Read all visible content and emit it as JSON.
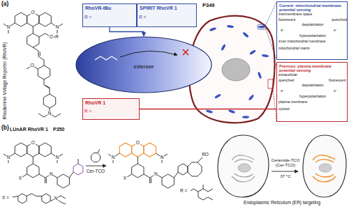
{
  "diagram": {
    "nodes": [
      {
        "text": [
          "RhoVR-tBu"
        ]
      },
      {
        "text": [
          "SPIRIT RhoVR 1"
        ]
      },
      {
        "text": [
          "RhoVR 1"
        ]
      },
      {
        "text": [
          "esterase"
        ]
      },
      {
        "text": [
          "Current: mitochondrial membrane potential sensing"
        ]
      },
      {
        "text": [
          "Previous: plasma membrane potential sensing"
        ]
      }
    ],
    "edges": [
      {
        "from": 0,
        "to": 3,
        "arrow": "to"
      },
      {
        "from": 2,
        "to": 5,
        "arrow": "none"
      }
    ],
    "labels": [
      "(a)",
      "Rhodamine Voltage Reporter (RhoVR)",
      "N",
      "O",
      "N",
      "O",
      "R",
      "O",
      "N",
      "R =",
      "R =",
      "P349",
      "R =",
      "intermembrane space",
      "fluorescent",
      "quenched",
      "depolarization",
      "hyperpolarization",
      "e⁻",
      "e⁻",
      "inner mitochondrial membrane",
      "mitochondrial matrix",
      "extracellular",
      "quenched",
      "fluorescent",
      "depolarization",
      "hyperpolarization",
      "e⁻",
      "e⁻",
      "plasma membrane",
      "cytosol",
      "(b)",
      "LUnAR RhoVR 1",
      "P350",
      "N",
      "O",
      "N",
      "N",
      "X",
      "X =",
      "N",
      "Cer-TCO",
      "N",
      "O",
      "N",
      "N",
      "X",
      "RO",
      "R =",
      "Ceramide-TCO (Cer-TCO)",
      "37 °C",
      "Endoplasmic Reticulum (ER) targeting"
    ]
  }
}
